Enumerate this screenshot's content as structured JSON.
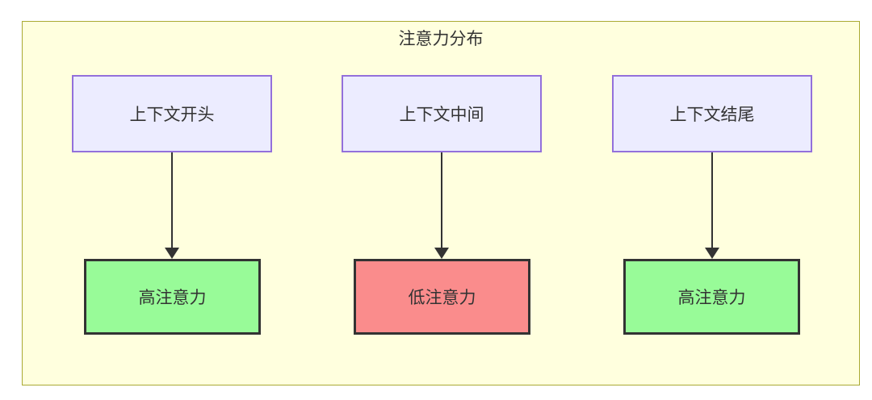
{
  "diagram": {
    "title": "注意力分布",
    "columns": [
      {
        "source": "上下文开头",
        "target": "高注意力",
        "attention_level": "high"
      },
      {
        "source": "上下文中间",
        "target": "低注意力",
        "attention_level": "low"
      },
      {
        "source": "上下文结尾",
        "target": "高注意力",
        "attention_level": "high"
      }
    ],
    "colors": {
      "frame_fill": "#FFFFDE",
      "frame_border": "#AAAA33",
      "source_fill": "#ECECFF",
      "source_border": "#9370DB",
      "high_fill": "#98FB98",
      "low_fill": "#FA8C8C",
      "target_border": "#333333",
      "arrow_color": "#333333",
      "text_color": "#333333"
    }
  }
}
